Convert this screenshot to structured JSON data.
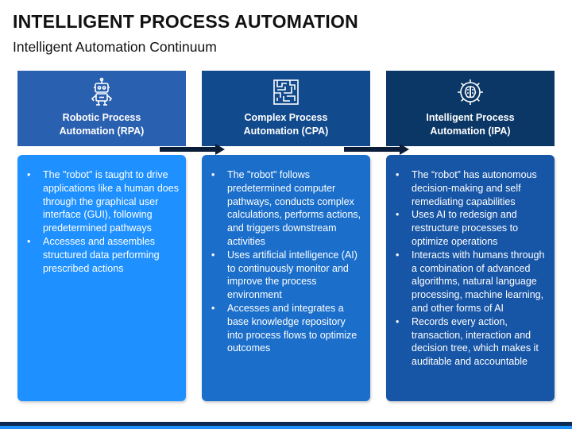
{
  "title": "INTELLIGENT PROCESS AUTOMATION",
  "subtitle": "Intelligent Automation Continuum",
  "stages": [
    {
      "icon": "robot-icon",
      "label_line1": "Robotic Process",
      "label_line2": "Automation (RPA)",
      "head_color": "#2a60b0",
      "card_color": "#1e90ff",
      "bullets": [
        "The \"robot\" is taught to drive applications like a human does through the graphical user interface (GUI), following predetermined pathways",
        "Accesses and assembles structured data performing prescribed actions"
      ]
    },
    {
      "icon": "maze-icon",
      "label_line1": "Complex Process",
      "label_line2": "Automation (CPA)",
      "head_color": "#114a8d",
      "card_color": "#1b6fcb",
      "bullets": [
        "The \"robot\" follows predetermined computer pathways, conducts complex calculations, performs actions, and triggers downstream activities",
        "Uses artificial intelligence (AI) to continuously monitor and improve the process environment",
        "Accesses and integrates a base knowledge repository into process flows to optimize outcomes"
      ]
    },
    {
      "icon": "brain-gear-icon",
      "label_line1": "Intelligent Process",
      "label_line2": "Automation (IPA)",
      "head_color": "#0b3766",
      "card_color": "#1755a6",
      "bullets": [
        "The “robot” has autonomous decision-making and self remediating capabilities",
        "Uses AI to redesign and restructure processes to optimize operations",
        "Interacts with humans through a combination of advanced algorithms, natural language processing, machine learning, and other forms of AI",
        "Records every action, transaction, interaction and decision tree, which makes it auditable and accountable"
      ]
    }
  ],
  "colors": {
    "arrow": "#0a1e3a",
    "bottom_bar_dark": "#0b2a55",
    "bottom_bar_light": "#1e90ff"
  }
}
